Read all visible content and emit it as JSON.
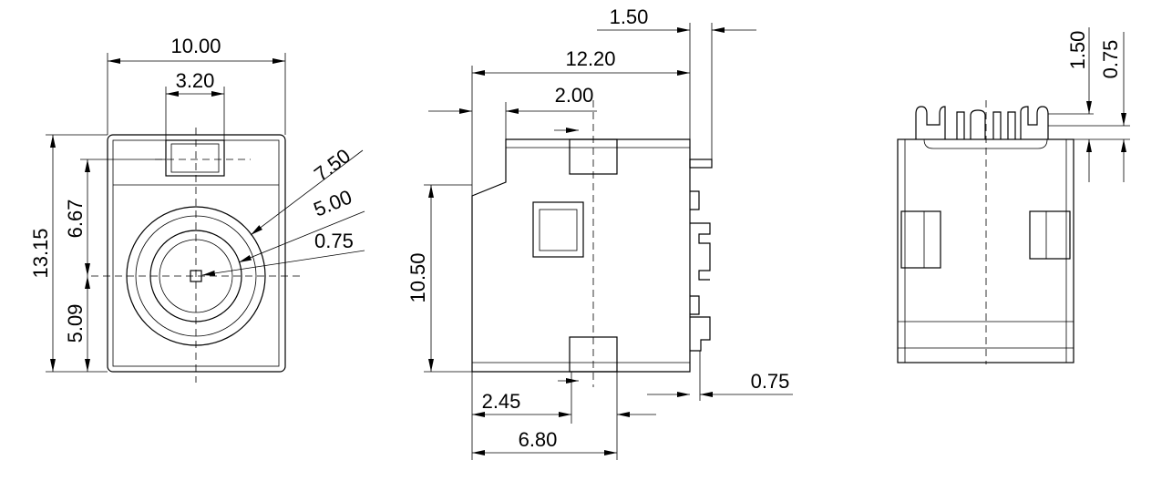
{
  "front_view": {
    "width": "10.00",
    "slot_width": "3.20",
    "height": "13.15",
    "upper_height": "6.67",
    "lower_height": "5.09",
    "dia_outer": "7.50",
    "dia_mid": "5.00",
    "dia_pin": "0.75"
  },
  "side_view": {
    "pin_offset": "1.50",
    "length": "12.20",
    "slot_offset": "2.00",
    "height": "10.50",
    "bottom_offset": "2.45",
    "bottom_span": "6.80",
    "pin_thickness": "0.75"
  },
  "end_view": {
    "pin_height": "1.50",
    "pin_thickness": "0.75"
  }
}
